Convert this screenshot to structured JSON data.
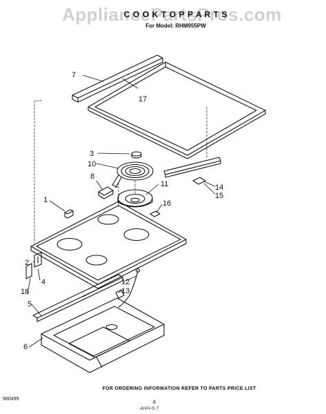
{
  "watermark": "AppliancePartsPros.com",
  "header": {
    "title": "C O O K T O P   P A R T S",
    "subtitle": "For Model: RHM955PW"
  },
  "footer": {
    "ordering_note": "FOR ORDERING INFORMATION REFER TO PARTS PRICE LIST",
    "doc_number": "980499",
    "page_number": "8",
    "signature": "AHH-6-7"
  },
  "callouts": [
    "1",
    "2",
    "3",
    "4",
    "5",
    "6",
    "7",
    "8",
    "10",
    "11",
    "12",
    "13",
    "14",
    "15",
    "16",
    "17",
    "18"
  ]
}
